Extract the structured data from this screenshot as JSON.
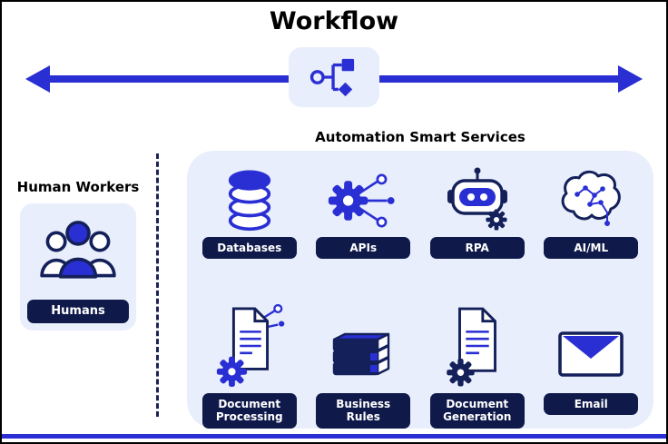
{
  "title": "Workflow",
  "center_icon": {
    "name": "flowchart-icon"
  },
  "human_workers": {
    "heading": "Human Workers",
    "badge": "Humans",
    "icon": "people-group-icon"
  },
  "services_panel": {
    "heading": "Automation Smart Services",
    "items": [
      {
        "label": "Databases",
        "icon": "database-icon"
      },
      {
        "label": "APIs",
        "icon": "gear-network-icon"
      },
      {
        "label": "RPA",
        "icon": "robot-icon"
      },
      {
        "label": "AI/ML",
        "icon": "brain-circuit-icon"
      },
      {
        "label": "Document Processing",
        "icon": "document-gear-icon"
      },
      {
        "label": "Business Rules",
        "icon": "books-stack-icon"
      },
      {
        "label": "Document Generation",
        "icon": "document-gear-icon"
      },
      {
        "label": "Email",
        "icon": "envelope-icon"
      }
    ]
  },
  "colors": {
    "accent_blue": "#2a2fd4",
    "navy": "#14205a",
    "badge_navy": "#101a4a",
    "panel_blue": "#e8eefb",
    "background": "#ffffff"
  }
}
